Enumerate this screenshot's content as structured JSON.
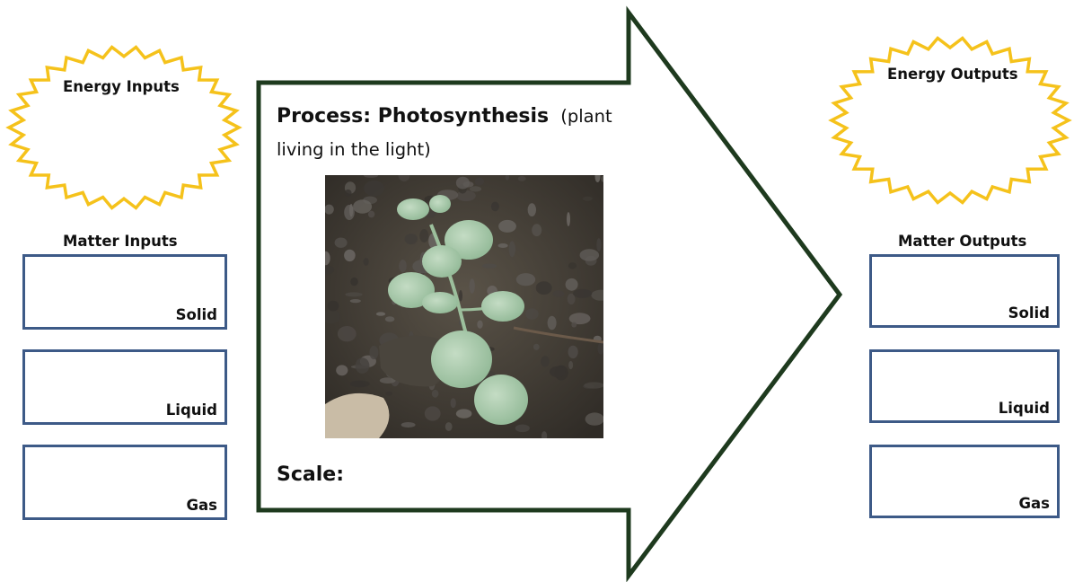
{
  "energy_inputs": {
    "label": "Energy Inputs"
  },
  "energy_outputs": {
    "label": "Energy Outputs"
  },
  "matter_inputs": {
    "title": "Matter Inputs",
    "boxes": [
      {
        "label": "Solid"
      },
      {
        "label": "Liquid"
      },
      {
        "label": "Gas"
      }
    ]
  },
  "matter_outputs": {
    "title": "Matter Outputs",
    "boxes": [
      {
        "label": "Solid"
      },
      {
        "label": "Liquid"
      },
      {
        "label": "Gas"
      }
    ]
  },
  "process": {
    "title": "Process: Photosynthesis",
    "note_line1": "(plant",
    "note_line2": "living in the light)",
    "scale_label": "Scale:"
  },
  "colors": {
    "burst": "#f5c21b",
    "arrow_border": "#1e3a1e",
    "box_border": "#3d5a87"
  }
}
